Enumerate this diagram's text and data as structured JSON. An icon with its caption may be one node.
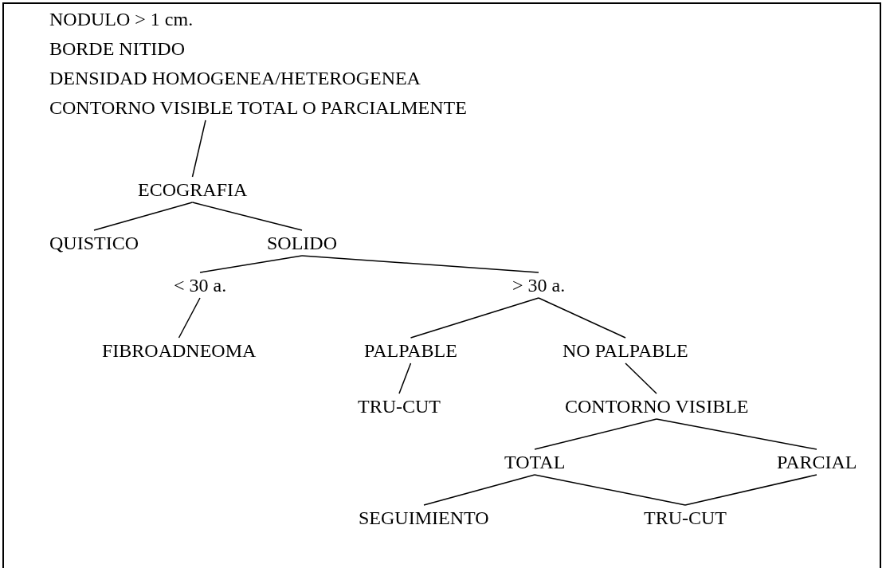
{
  "diagram": {
    "nodes": [
      {
        "text": [
          "NODULO > 1 cm.",
          "BORDE NITIDO",
          "DENSIDAD HOMOGENEA/HETEROGENEA",
          "CONTORNO VISIBLE TOTAL O PARCIALMENTE"
        ]
      },
      {
        "text": [
          "ECOGRAFIA"
        ]
      },
      {
        "text": [
          "QUISTICO"
        ]
      },
      {
        "text": [
          "SOLIDO"
        ]
      },
      {
        "text": [
          "< 30 a."
        ]
      },
      {
        "text": [
          "> 30 a."
        ]
      },
      {
        "text": [
          "FIBROADNEOMA"
        ]
      },
      {
        "text": [
          "PALPABLE"
        ]
      },
      {
        "text": [
          "NO PALPABLE"
        ]
      },
      {
        "text": [
          "TRU-CUT"
        ]
      },
      {
        "text": [
          "CONTORNO VISIBLE"
        ]
      },
      {
        "text": [
          "TOTAL"
        ]
      },
      {
        "text": [
          "PARCIAL"
        ]
      },
      {
        "text": [
          "SEGUIMIENTO"
        ]
      },
      {
        "text": [
          "TRU-CUT"
        ]
      }
    ],
    "edges": [
      {
        "from": 0,
        "to": 1,
        "arrow": "none"
      },
      {
        "from": 1,
        "to": 2,
        "arrow": "none"
      },
      {
        "from": 1,
        "to": 3,
        "arrow": "none"
      },
      {
        "from": 3,
        "to": 4,
        "arrow": "none"
      },
      {
        "from": 3,
        "to": 5,
        "arrow": "none"
      },
      {
        "from": 4,
        "to": 6,
        "arrow": "none"
      },
      {
        "from": 5,
        "to": 7,
        "arrow": "none"
      },
      {
        "from": 5,
        "to": 8,
        "arrow": "none"
      },
      {
        "from": 7,
        "to": 9,
        "arrow": "none"
      },
      {
        "from": 8,
        "to": 10,
        "arrow": "none"
      },
      {
        "from": 10,
        "to": 11,
        "arrow": "none"
      },
      {
        "from": 10,
        "to": 12,
        "arrow": "none"
      },
      {
        "from": 11,
        "to": 13,
        "arrow": "none"
      },
      {
        "from": 11,
        "to": 14,
        "arrow": "none"
      },
      {
        "from": 12,
        "to": 14,
        "arrow": "none"
      }
    ]
  }
}
